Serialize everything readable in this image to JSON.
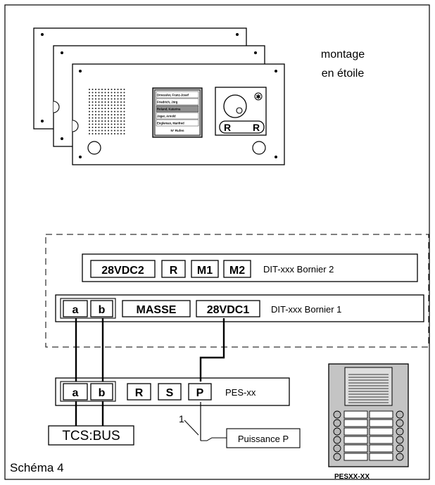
{
  "caption": {
    "montage_line1": "montage",
    "montage_line2": "en étoile",
    "schema": "Schéma 4"
  },
  "panel": {
    "names": [
      "Droessler, Franz-Josef",
      "Friedrich, Jörg",
      "Roland, Katarina",
      "Jäger, Arnold",
      "Engleman, Manfred"
    ],
    "footer": "N° Rufen",
    "speaker_letters": [
      "R",
      "R"
    ],
    "star_symbol": "✱"
  },
  "bornier2": {
    "terminals": [
      "28VDC2",
      "R",
      "M1",
      "M2"
    ],
    "label": "DIT-xxx Bornier 2"
  },
  "bornier1": {
    "terminals": [
      "a",
      "b",
      "MASSE",
      "28VDC1"
    ],
    "label": "DIT-xxx Bornier 1"
  },
  "pes": {
    "terminals": [
      "a",
      "b",
      "R",
      "S",
      "P"
    ],
    "label": "PES-xx"
  },
  "bus": {
    "label": "TCS:BUS"
  },
  "power": {
    "number": "1",
    "label": "Puissance P"
  },
  "device": {
    "label": "PESXX-XX"
  }
}
